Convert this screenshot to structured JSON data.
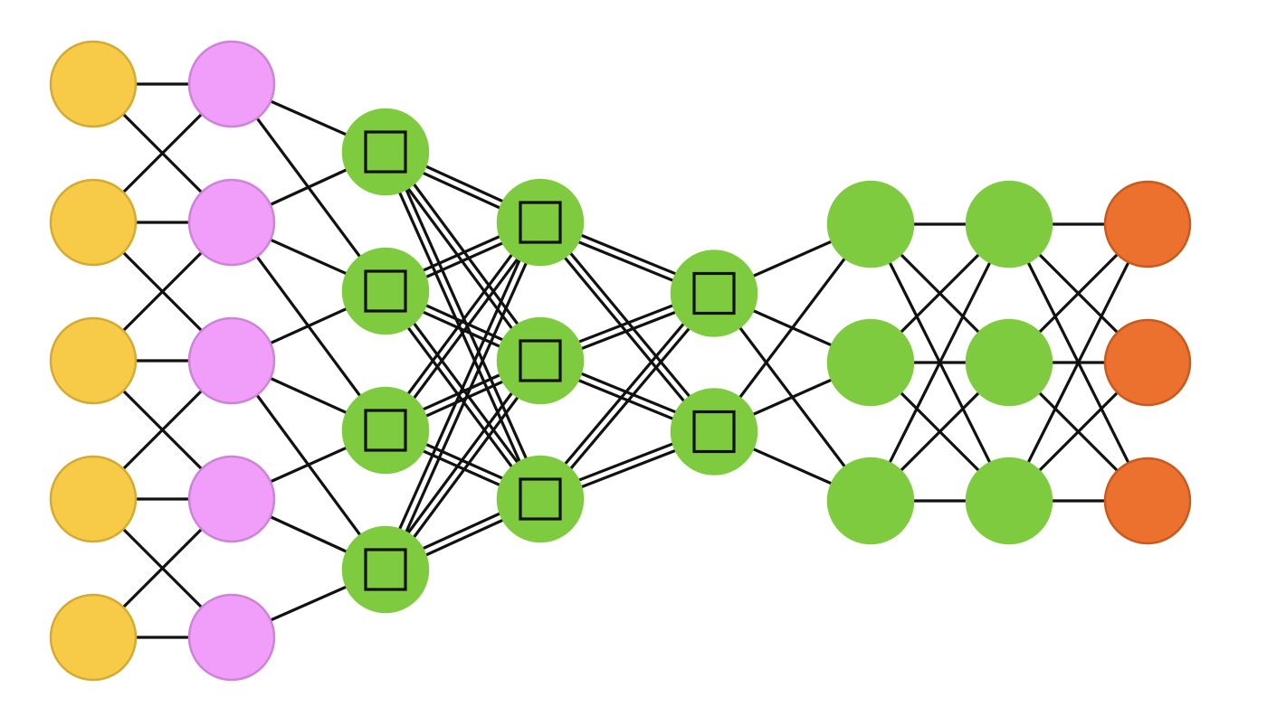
{
  "diagram": {
    "type": "neural-network",
    "layers": [
      {
        "name": "input",
        "count": 5,
        "node": "plain",
        "color": "#F7CB48",
        "stroke": "#D4AA32"
      },
      {
        "name": "hidden-1",
        "count": 5,
        "node": "plain",
        "color": "#F09EF9",
        "stroke": "#CE82D8"
      },
      {
        "name": "hidden-2",
        "count": 4,
        "node": "square",
        "color": "#7ECB3F",
        "stroke": "#7ECB3F"
      },
      {
        "name": "hidden-3",
        "count": 3,
        "node": "square",
        "color": "#7ECB3F",
        "stroke": "#7ECB3F"
      },
      {
        "name": "hidden-4",
        "count": 2,
        "node": "square",
        "color": "#7ECB3F",
        "stroke": "#7ECB3F"
      },
      {
        "name": "hidden-5",
        "count": 3,
        "node": "plain",
        "color": "#7ECB3F",
        "stroke": "#7ECB3F"
      },
      {
        "name": "hidden-6",
        "count": 3,
        "node": "plain",
        "color": "#7ECB3F",
        "stroke": "#7ECB3F"
      },
      {
        "name": "output",
        "count": 3,
        "node": "plain",
        "color": "#EC702E",
        "stroke": "#C95A1E"
      }
    ],
    "connections": [
      {
        "from": 0,
        "to": 1,
        "pattern": "local",
        "lines": 1
      },
      {
        "from": 1,
        "to": 2,
        "pattern": "local",
        "lines": 1
      },
      {
        "from": 2,
        "to": 3,
        "pattern": "full",
        "lines": 2
      },
      {
        "from": 3,
        "to": 4,
        "pattern": "full",
        "lines": 2
      },
      {
        "from": 4,
        "to": 5,
        "pattern": "full",
        "lines": 1
      },
      {
        "from": 5,
        "to": 6,
        "pattern": "full",
        "lines": 1
      },
      {
        "from": 6,
        "to": 7,
        "pattern": "full",
        "lines": 1
      }
    ],
    "edge_color": "#111111"
  }
}
